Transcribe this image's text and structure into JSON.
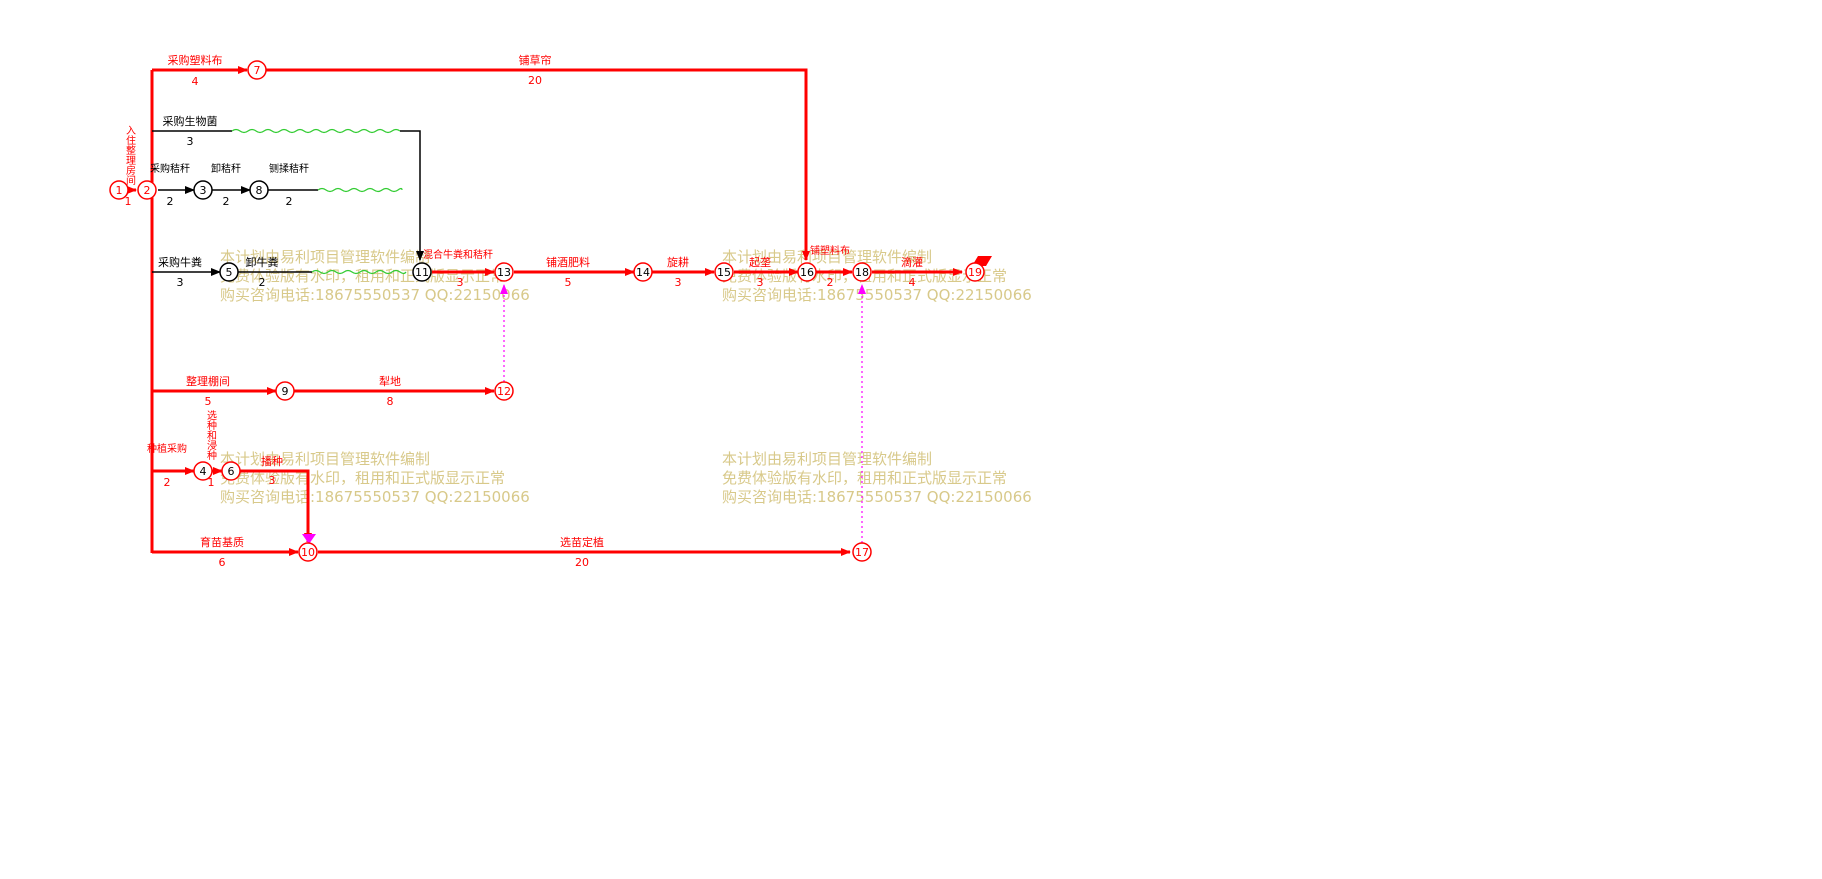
{
  "colors": {
    "critical": "#ff0000",
    "normal": "#000000",
    "free_float": "#33cc33",
    "dummy": "#ff00ff",
    "watermark": "#d8c98a"
  },
  "nodes": [
    "1",
    "2",
    "3",
    "4",
    "5",
    "6",
    "7",
    "8",
    "9",
    "10",
    "11",
    "12",
    "13",
    "14",
    "15",
    "16",
    "17",
    "18",
    "19"
  ],
  "activities": [
    {
      "name": "入住整理房间",
      "duration": "1"
    },
    {
      "name": "采购塑料布",
      "duration": "4"
    },
    {
      "name": "铺草帘",
      "duration": "20"
    },
    {
      "name": "采购生物菌",
      "duration": "3"
    },
    {
      "name": "采购秸秆",
      "duration": "2"
    },
    {
      "name": "卸秸秆",
      "duration": "2"
    },
    {
      "name": "铡揉秸秆",
      "duration": "2"
    },
    {
      "name": "采购牛粪",
      "duration": "3"
    },
    {
      "name": "卸牛粪",
      "duration": "2"
    },
    {
      "name": "混合牛粪和秸秆",
      "duration": "3"
    },
    {
      "name": "铺酒肥料",
      "duration": "5"
    },
    {
      "name": "旋耕",
      "duration": "3"
    },
    {
      "name": "起垄",
      "duration": "3"
    },
    {
      "name": "铺塑料布",
      "duration": "2"
    },
    {
      "name": "滴灌",
      "duration": "4"
    },
    {
      "name": "整理棚间",
      "duration": "5"
    },
    {
      "name": "犁地",
      "duration": "8"
    },
    {
      "name": "选种和浸种",
      "duration": "1"
    },
    {
      "name": "种植采购",
      "duration": "2"
    },
    {
      "name": "播种",
      "duration": "3"
    },
    {
      "name": "育苗基质",
      "duration": "6"
    },
    {
      "name": "选苗定植",
      "duration": "20"
    }
  ],
  "watermark": {
    "line1": "本计划由易利项目管理软件编制",
    "line2": "免费体验版有水印，租用和正式版显示正常",
    "line3": "购买咨询电话:18675550537 QQ:22150066"
  }
}
